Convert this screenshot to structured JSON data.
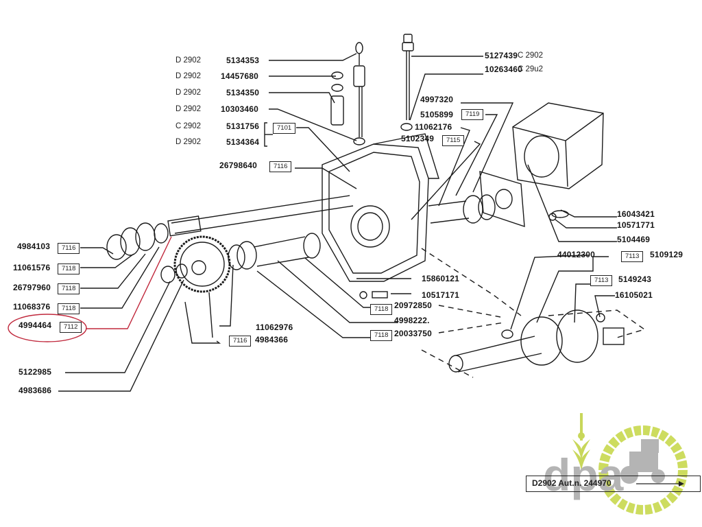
{
  "document": {
    "type": "exploded parts diagram",
    "footer_text": "D2902 Aut.n. 244970",
    "watermark": "dpa",
    "highlight_color": "#c0283c",
    "watermark_colors": {
      "text": "#b4b4b4",
      "wheat": "#c8d75a",
      "gear": "#cddc5f"
    }
  },
  "upper_left_parts": [
    {
      "code": "D 2902",
      "part": "5134353"
    },
    {
      "code": "D 2902",
      "part": "14457680"
    },
    {
      "code": "D 2902",
      "part": "5134350"
    },
    {
      "code": "D 2902",
      "part": "10303460"
    },
    {
      "code": "C 2902",
      "part": "5131756"
    },
    {
      "code": "D 2902",
      "part": "5134364"
    }
  ],
  "bracket_group_ref": "7101",
  "upper_right_parts": [
    {
      "part": "5127439",
      "code": "C 2902"
    },
    {
      "part": "10263460",
      "code": "C 29u2"
    }
  ],
  "center_parts": [
    {
      "part": "4997320"
    },
    {
      "part": "5105899",
      "ref": "7119"
    },
    {
      "part": "11062176"
    },
    {
      "part": "5102349",
      "ref": "7115"
    },
    {
      "part": "26798640",
      "ref": "7116"
    }
  ],
  "left_parts": [
    {
      "part": "4984103",
      "ref": "7116"
    },
    {
      "part": "11061576",
      "ref": "7118"
    },
    {
      "part": "26797960",
      "ref": "7118"
    },
    {
      "part": "11068376",
      "ref": "7118"
    },
    {
      "part": "4994464",
      "ref": "7112",
      "highlighted": true
    },
    {
      "part": "5122985"
    },
    {
      "part": "4983686"
    }
  ],
  "bottom_center_parts": [
    {
      "part": "11062976"
    },
    {
      "part": "4984366",
      "ref": "7116"
    },
    {
      "part": "15860121"
    },
    {
      "part": "10517171"
    },
    {
      "part": "20972850",
      "ref": "7118"
    },
    {
      "part": "4998222."
    },
    {
      "part": "20033750",
      "ref": "7118"
    }
  ],
  "right_parts": [
    {
      "part": "16043421"
    },
    {
      "part": "10571771"
    },
    {
      "part": "5104469"
    },
    {
      "part": "44012300"
    },
    {
      "part": "5109129",
      "ref": "7113"
    },
    {
      "part": "5149243",
      "ref": "7113"
    },
    {
      "part": "16105021"
    }
  ]
}
